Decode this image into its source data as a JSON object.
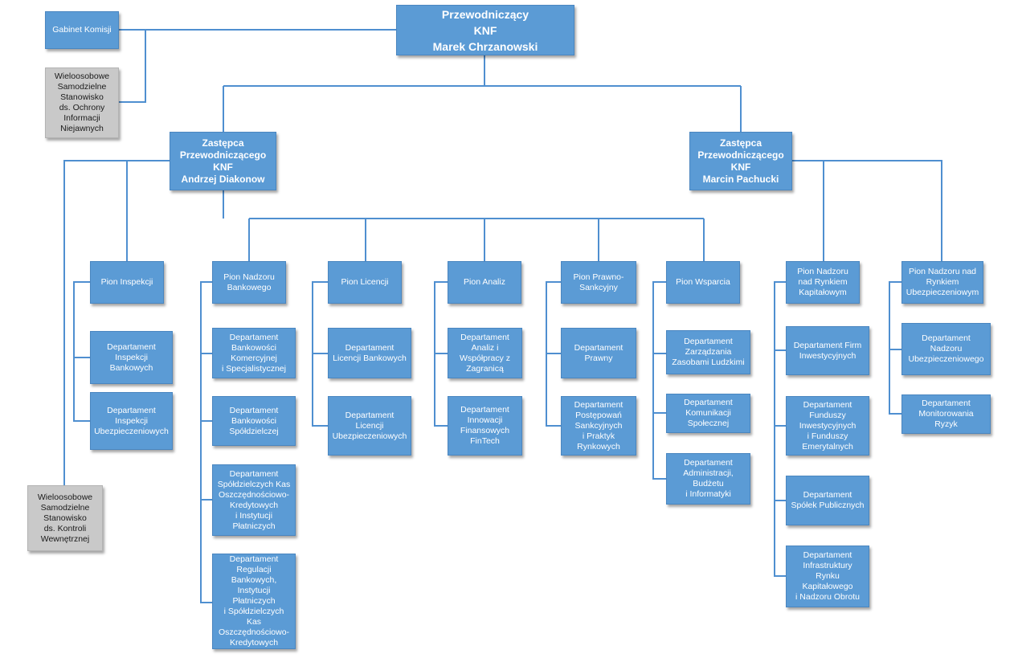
{
  "colors": {
    "box_fill": "#5b9bd5",
    "box_text": "#ffffff",
    "staff_fill": "#c9c9c9",
    "connector": "#4f8fd0"
  },
  "chairman": {
    "label": "Przewodniczący\nKNF\nMarek Chrzanowski"
  },
  "cabinet": {
    "label": "Gabinet Komisji"
  },
  "staff_security": {
    "label": "Wieloosobowe\nSamodzielne\nStanowisko\nds. Ochrony\nInformacji\nNiejawnych"
  },
  "staff_control": {
    "label": "Wieloosobowe\nSamodzielne\nStanowisko\nds.  Kontroli\nWewnętrznej"
  },
  "deputy_left": {
    "label": "Zastępca\nPrzewodniczącego\nKNF\nAndrzej Diakonow"
  },
  "deputy_right": {
    "label": "Zastępca\nPrzewodniczącego\nKNF\nMarcin Pachucki"
  },
  "divisions": [
    {
      "label": "Pion Inspekcji",
      "departments": [
        "Departament\nInspekcji\nBankowych",
        "Departament\nInspekcji\nUbezpieczeniowych"
      ]
    },
    {
      "label": "Pion Nadzoru\nBankowego",
      "departments": [
        "Departament\nBankowości\nKomercyjnej\ni Specjalistycznej",
        "Departament\nBankowości\nSpółdzielczej",
        "Departament\nSpółdzielczych Kas\nOszczędnościowo-\nKredytowych\ni Instytucji\nPłatniczych",
        "Departament\nRegulacji\nBankowych,\nInstytucji\nPłatniczych\ni Spółdzielczych Kas\nOszczędnościowo-\nKredytowych"
      ]
    },
    {
      "label": "Pion Licencji",
      "departments": [
        "Departament\nLicencji Bankowych",
        "Departament\nLicencji\nUbezpieczeniowych"
      ]
    },
    {
      "label": "Pion Analiz",
      "departments": [
        "Departament\nAnaliz i\nWspółpracy z\nZagranicą",
        "Departament\nInnowacji\nFinansowych\nFinTech"
      ]
    },
    {
      "label": "Pion Prawno-\nSankcyjny",
      "departments": [
        "Departament\nPrawny",
        "Departament\nPostępowań\nSankcyjnych\ni Praktyk\nRynkowych"
      ]
    },
    {
      "label": "Pion Wsparcia",
      "departments": [
        "Departament\nZarządzania\nZasobami Ludzkimi",
        "Departament\nKomunikacji\nSpołecznej",
        "Departament\nAdministracji,\nBudżetu\ni Informatyki"
      ]
    },
    {
      "label": "Pion Nadzoru\nnad Rynkiem\nKapitałowym",
      "departments": [
        "Departament Firm\nInwestycyjnych",
        "Departament\nFunduszy\nInwestycyjnych\ni Funduszy\nEmerytalnych",
        "Departament\nSpółek Publicznych",
        "Departament\nInfrastruktury\nRynku\nKapitałowego\ni Nadzoru Obrotu"
      ]
    },
    {
      "label": "Pion Nadzoru nad\nRynkiem\nUbezpieczeniowym",
      "departments": [
        "Departament\nNadzoru\nUbezpieczeniowego",
        "Departament\nMonitorowania\nRyzyk"
      ]
    }
  ]
}
